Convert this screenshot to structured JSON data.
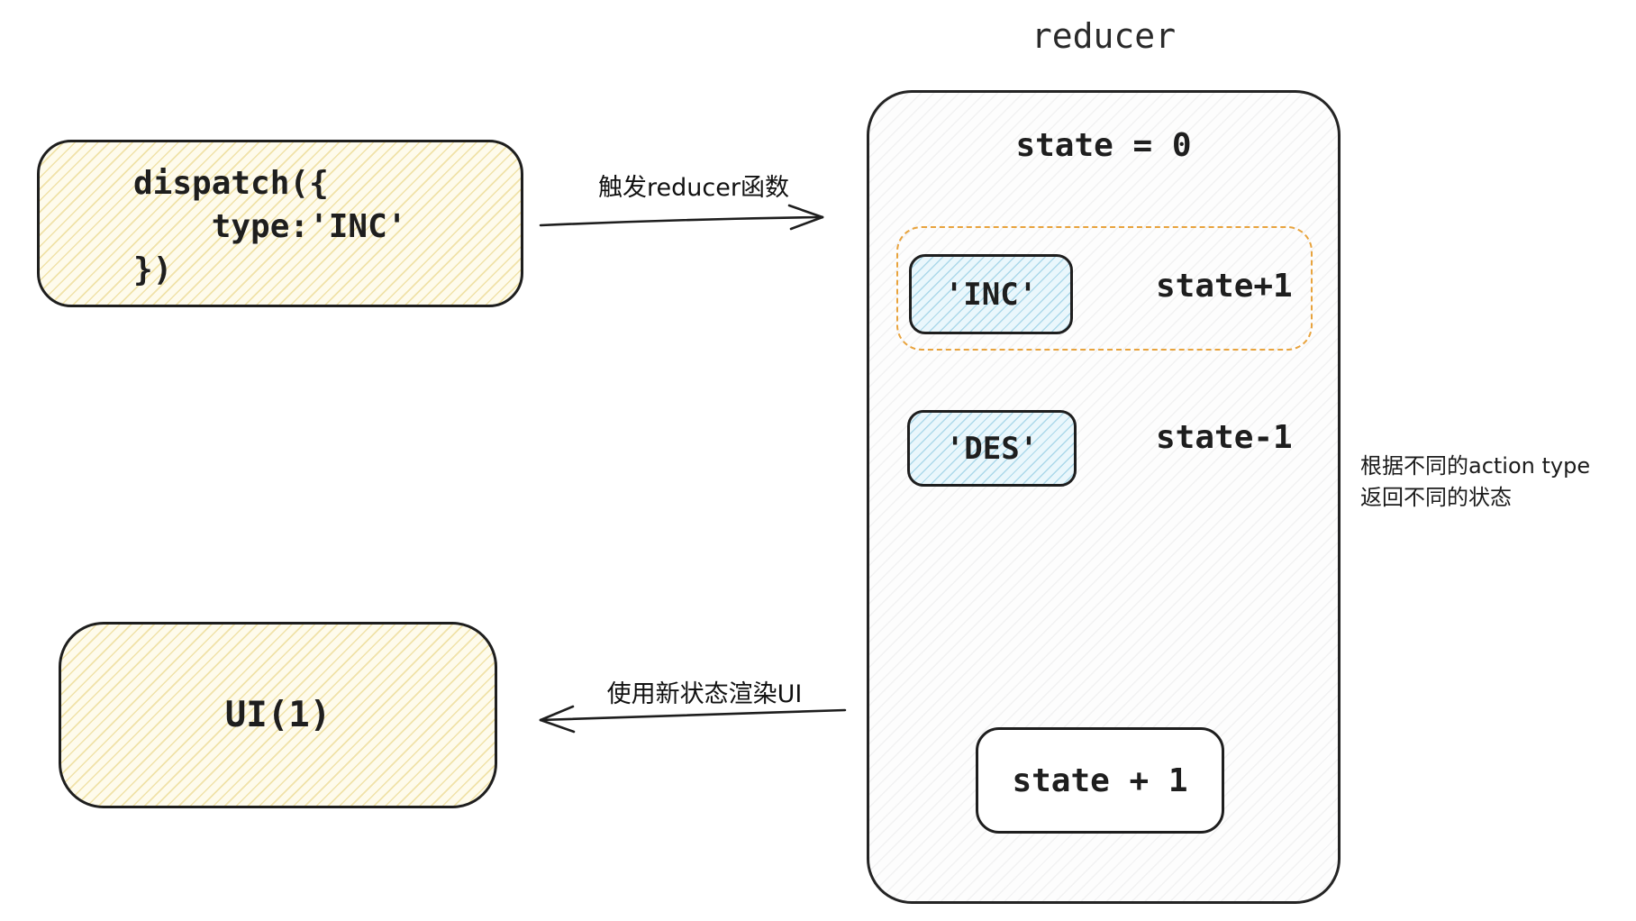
{
  "title": "reducer",
  "dispatch_box": {
    "line1": "dispatch({",
    "line2": "    type:'INC'",
    "line3": "})"
  },
  "trigger_arrow": {
    "label": "触发reducer函数"
  },
  "render_arrow": {
    "label": "使用新状态渲染UI"
  },
  "reducer": {
    "state_label": "state = 0",
    "cases": [
      {
        "action": "'INC'",
        "result": "state+1"
      },
      {
        "action": "'DES'",
        "result": "state-1"
      }
    ],
    "result_label": "state + 1"
  },
  "annotation": {
    "line1": "根据不同的action type",
    "line2": "返回不同的状态"
  },
  "ui_box": {
    "label": "UI(1)"
  },
  "colors": {
    "stroke": "#1e1e1e",
    "yellow_fill": "#fefbec",
    "blue_fill": "#eaf7fc",
    "orange_dashed": "#e8a33d"
  }
}
